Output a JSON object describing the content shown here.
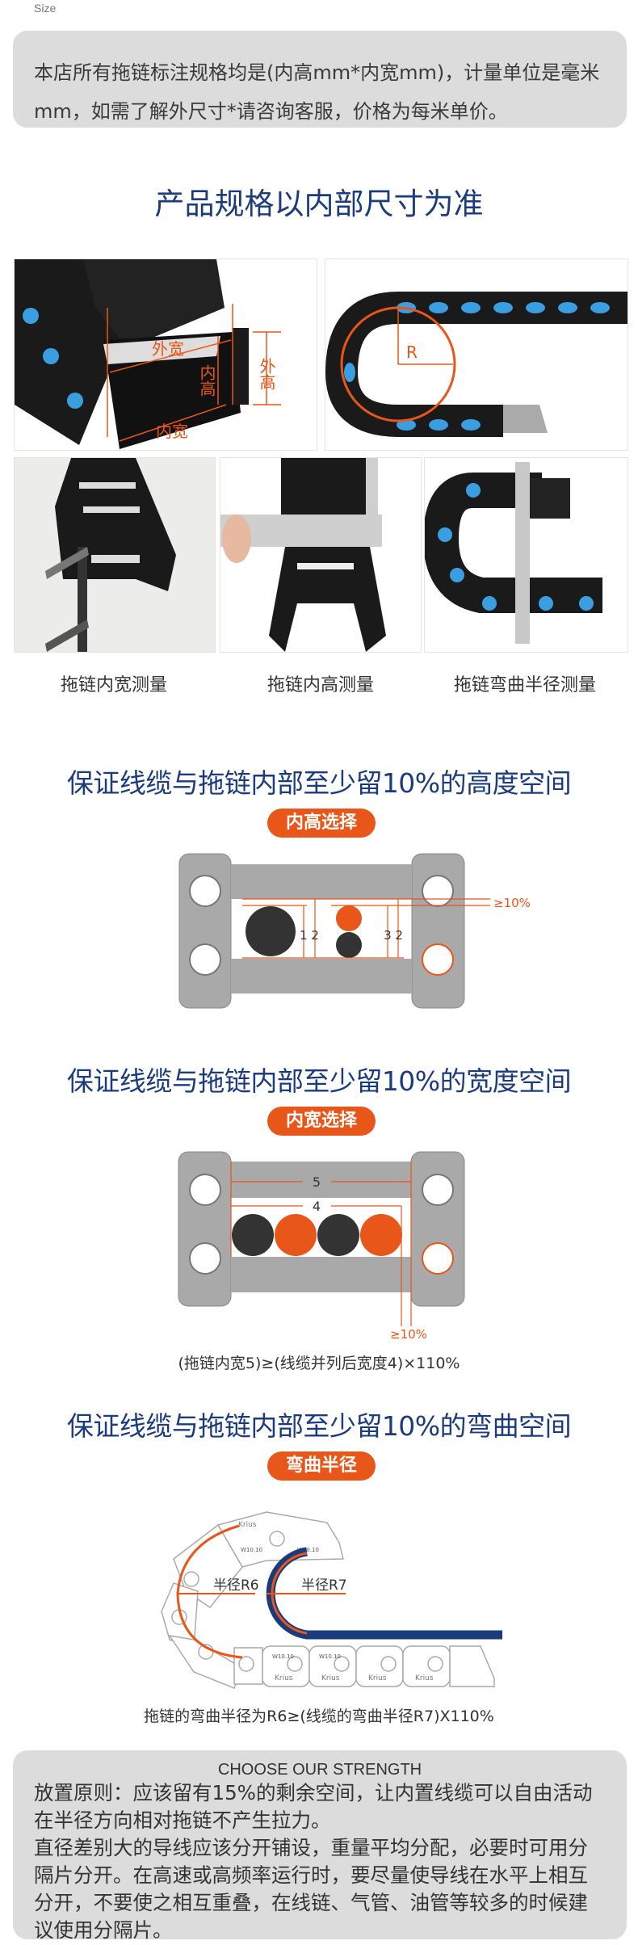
{
  "size_label": "Size",
  "notice_text": "本店所有拖链标注规格均是(内高mm*内宽mm)，计量单位是毫米mm，如需了解外尺寸*请咨询客服，价格为每米单价。",
  "main_title": "产品规格以内部尺寸为准",
  "photos": {
    "top_left_labels": {
      "outer_width": "外宽",
      "inner_height": "内高",
      "outer_height": "外高",
      "inner_width": "内宽"
    },
    "top_right_label": "R",
    "captions": [
      "拖链内宽测量",
      "拖链内高测量",
      "拖链弯曲半径测量"
    ]
  },
  "sections": [
    {
      "title": "保证线缆与拖链内部至少留10%的高度空间",
      "badge": "内高选择",
      "labels": {
        "dim_a": "1 2",
        "dim_b": "3 2",
        "margin": "≥10%"
      }
    },
    {
      "title": "保证线缆与拖链内部至少留10%的宽度空间",
      "badge": "内宽选择",
      "labels": {
        "outer": "5",
        "inner": "4",
        "margin": "≥10%"
      },
      "formula": "(拖链内宽5)≥(线缆并列后宽度4)×110%"
    },
    {
      "title": "保证线缆与拖链内部至少留10%的弯曲空间",
      "badge": "弯曲半径",
      "labels": {
        "r6": "半径R6",
        "r7": "半径R7",
        "brand": "Krius",
        "model": "W10.10"
      },
      "formula": "拖链的弯曲半径为R6≥(线缆的弯曲半径R7)X110%"
    }
  ],
  "tips": {
    "heading": "CHOOSE  OUR STRENGTH",
    "paragraphs": [
      "放置原则：应该留有15%的剩余空间，让内置线缆可以自由活动在半径方向相对拖链不产生拉力。",
      "直径差别大的导线应该分开铺设，重量平均分配，必要时可用分隔片分开。在高速或高频率运行时，要尽量使导线在水平上相互分开，不要使之相互重叠，在线链、气管、油管等较多的时候建议使用分隔片。"
    ]
  },
  "colors": {
    "accent": "#e8561a",
    "title": "#1b3b7d",
    "panel": "#dcdcdc",
    "chain_gray": "#a9a9a9",
    "cable_dark": "#333333",
    "cable_blue": "#1b3b7d",
    "photo_blue": "#3a9ee0"
  }
}
